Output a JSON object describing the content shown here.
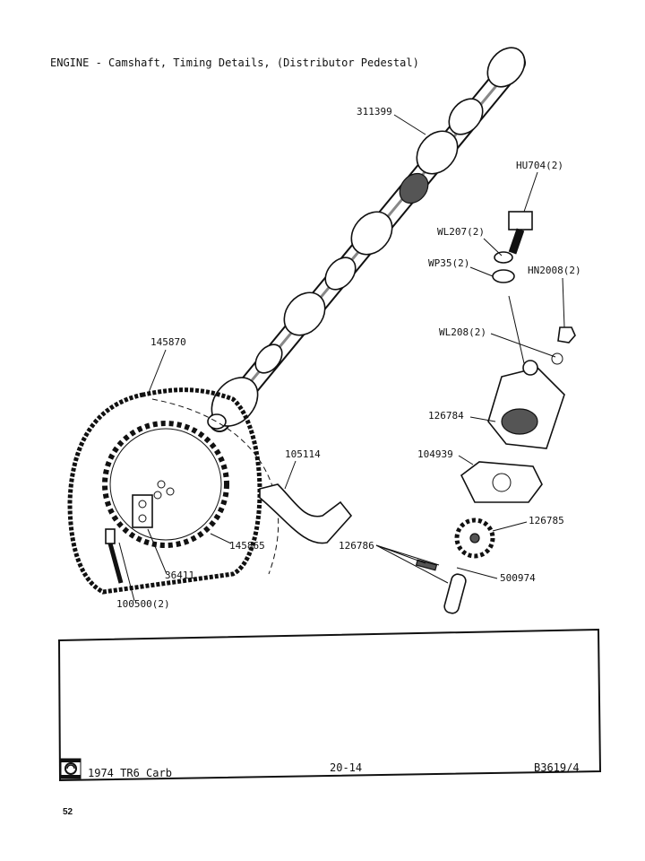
{
  "title": "ENGINE - Camshaft, Timing Details, (Distributor Pedestal)",
  "parts": {
    "camshaft": "311399",
    "bolt": "HU704(2)",
    "spring_washer": "WL207(2)",
    "plain_washer": "WP35(2)",
    "nut": "HN2008(2)",
    "lock_washer": "WL208(2)",
    "chain": "145870",
    "pedestal": "126784",
    "gasket": "104939",
    "tensioner": "105114",
    "gear": "126785",
    "pins": "126786",
    "sprocket": "145865",
    "pin": "500974",
    "lock_plate": "36411",
    "sprocket_bolt": "100500(2)"
  },
  "footer": {
    "model": "1974 TR6 Carb",
    "section": "20-14",
    "ref": "B3619/4",
    "logo": "British Leyland"
  },
  "page_number": "52"
}
